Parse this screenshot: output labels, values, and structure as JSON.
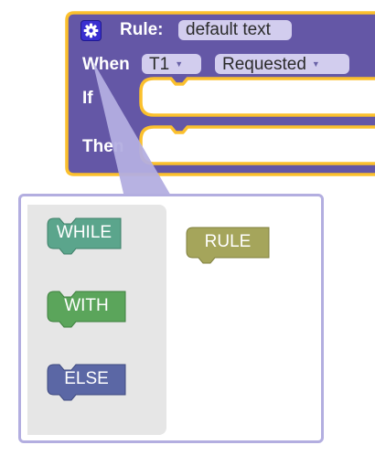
{
  "rule_block": {
    "title_label": "Rule:",
    "name_value": "default text",
    "when_label": "When",
    "trigger_value": "T1",
    "event_value": "Requested",
    "if_label": "If",
    "then_label": "Then",
    "block_color": "#6457a6",
    "highlight_color": "#fbc02d"
  },
  "icons": {
    "settings": "gear-icon",
    "dropdown": "triangle-down-icon"
  },
  "mutator": {
    "flyout_blocks": [
      {
        "label": "WHILE",
        "color": "#5ba58c"
      },
      {
        "label": "WITH",
        "color": "#5ba55b"
      },
      {
        "label": "ELSE",
        "color": "#5b67a5"
      }
    ],
    "workspace_block": {
      "label": "RULE",
      "color": "#a5a55b"
    }
  }
}
